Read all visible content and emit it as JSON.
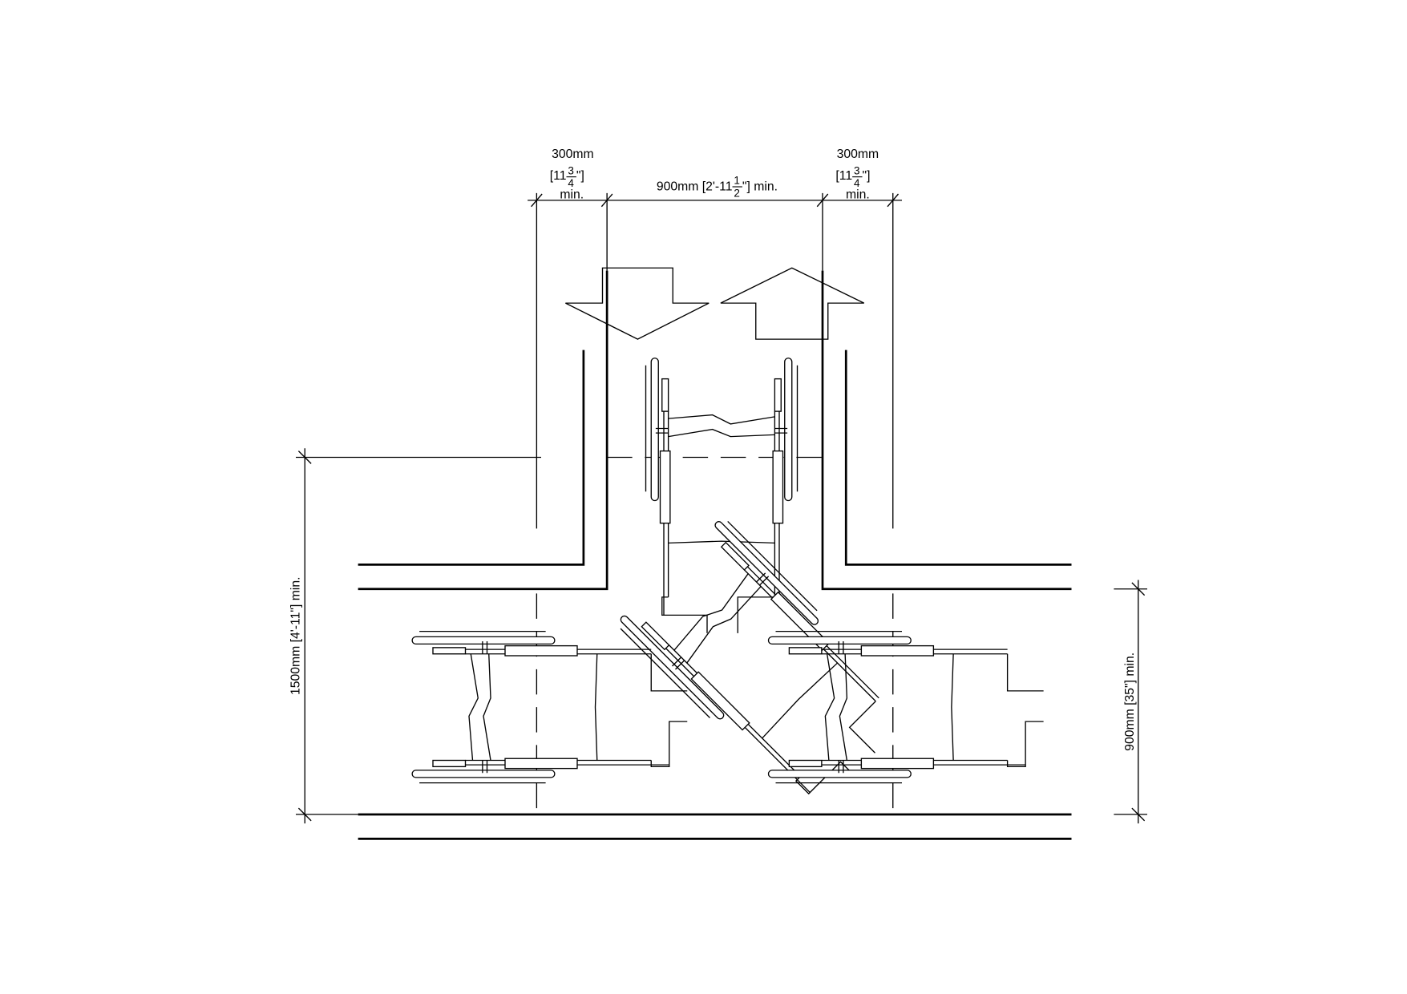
{
  "title": "Wheelchair turning at T-junction corridor",
  "dimensions": {
    "left_clearance": {
      "line1": "300mm",
      "line2_whole": "[11",
      "line2_num": "3",
      "line2_den": "4",
      "line2_end": "\"]",
      "line3": "min."
    },
    "corridor_width": {
      "main": "900mm [2'-11",
      "num": "1",
      "den": "2",
      "end": "\"] min."
    },
    "right_clearance": {
      "line1": "300mm",
      "line2_whole": "[11",
      "line2_num": "3",
      "line2_den": "4",
      "line2_end": "\"]",
      "line3": "min."
    },
    "turning_depth": "1500mm [4'-11\"] min.",
    "passage_width": "900mm [35\"] min."
  },
  "arrows": [
    "arrow-down",
    "arrow-up"
  ],
  "colors": {
    "line": "#000000",
    "background": "#ffffff"
  }
}
